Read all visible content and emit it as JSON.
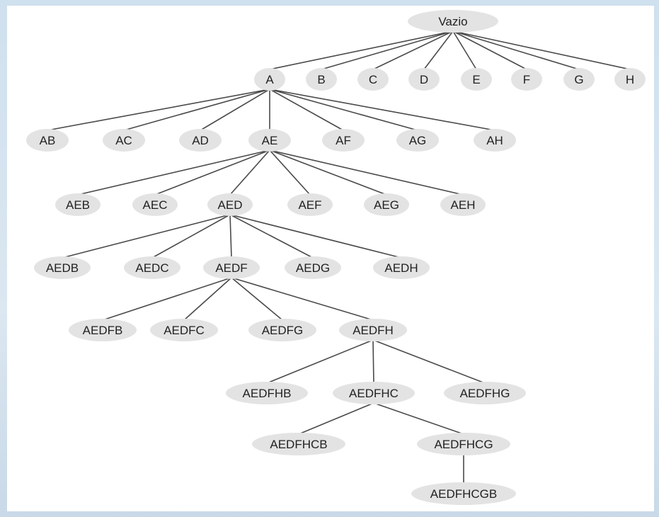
{
  "tree": {
    "nodes": [
      {
        "id": "n0",
        "label": "Vazio",
        "parent": null
      },
      {
        "id": "n1",
        "label": "A",
        "parent": "n0"
      },
      {
        "id": "n2",
        "label": "B",
        "parent": "n0"
      },
      {
        "id": "n3",
        "label": "C",
        "parent": "n0"
      },
      {
        "id": "n4",
        "label": "D",
        "parent": "n0"
      },
      {
        "id": "n5",
        "label": "E",
        "parent": "n0"
      },
      {
        "id": "n6",
        "label": "F",
        "parent": "n0"
      },
      {
        "id": "n7",
        "label": "G",
        "parent": "n0"
      },
      {
        "id": "n8",
        "label": "H",
        "parent": "n0"
      },
      {
        "id": "n9",
        "label": "AB",
        "parent": "n1"
      },
      {
        "id": "n10",
        "label": "AC",
        "parent": "n1"
      },
      {
        "id": "n11",
        "label": "AD",
        "parent": "n1"
      },
      {
        "id": "n12",
        "label": "AE",
        "parent": "n1"
      },
      {
        "id": "n13",
        "label": "AF",
        "parent": "n1"
      },
      {
        "id": "n14",
        "label": "AG",
        "parent": "n1"
      },
      {
        "id": "n15",
        "label": "AH",
        "parent": "n1"
      },
      {
        "id": "n16",
        "label": "AEB",
        "parent": "n12"
      },
      {
        "id": "n17",
        "label": "AEC",
        "parent": "n12"
      },
      {
        "id": "n18",
        "label": "AED",
        "parent": "n12"
      },
      {
        "id": "n19",
        "label": "AEF",
        "parent": "n12"
      },
      {
        "id": "n20",
        "label": "AEG",
        "parent": "n12"
      },
      {
        "id": "n21",
        "label": "AEH",
        "parent": "n12"
      },
      {
        "id": "n22",
        "label": "AEDB",
        "parent": "n18"
      },
      {
        "id": "n23",
        "label": "AEDC",
        "parent": "n18"
      },
      {
        "id": "n24",
        "label": "AEDF",
        "parent": "n18"
      },
      {
        "id": "n25",
        "label": "AEDG",
        "parent": "n18"
      },
      {
        "id": "n26",
        "label": "AEDH",
        "parent": "n18"
      },
      {
        "id": "n27",
        "label": "AEDFB",
        "parent": "n24"
      },
      {
        "id": "n28",
        "label": "AEDFC",
        "parent": "n24"
      },
      {
        "id": "n29",
        "label": "AEDFG",
        "parent": "n24"
      },
      {
        "id": "n30",
        "label": "AEDFH",
        "parent": "n24"
      },
      {
        "id": "n31",
        "label": "AEDFHB",
        "parent": "n30"
      },
      {
        "id": "n32",
        "label": "AEDFHC",
        "parent": "n30"
      },
      {
        "id": "n33",
        "label": "AEDFHG",
        "parent": "n30"
      },
      {
        "id": "n34",
        "label": "AEDFHCB",
        "parent": "n32"
      },
      {
        "id": "n35",
        "label": "AEDFHCG",
        "parent": "n32"
      },
      {
        "id": "n36",
        "label": "AEDFHCGB",
        "parent": "n35"
      }
    ]
  }
}
